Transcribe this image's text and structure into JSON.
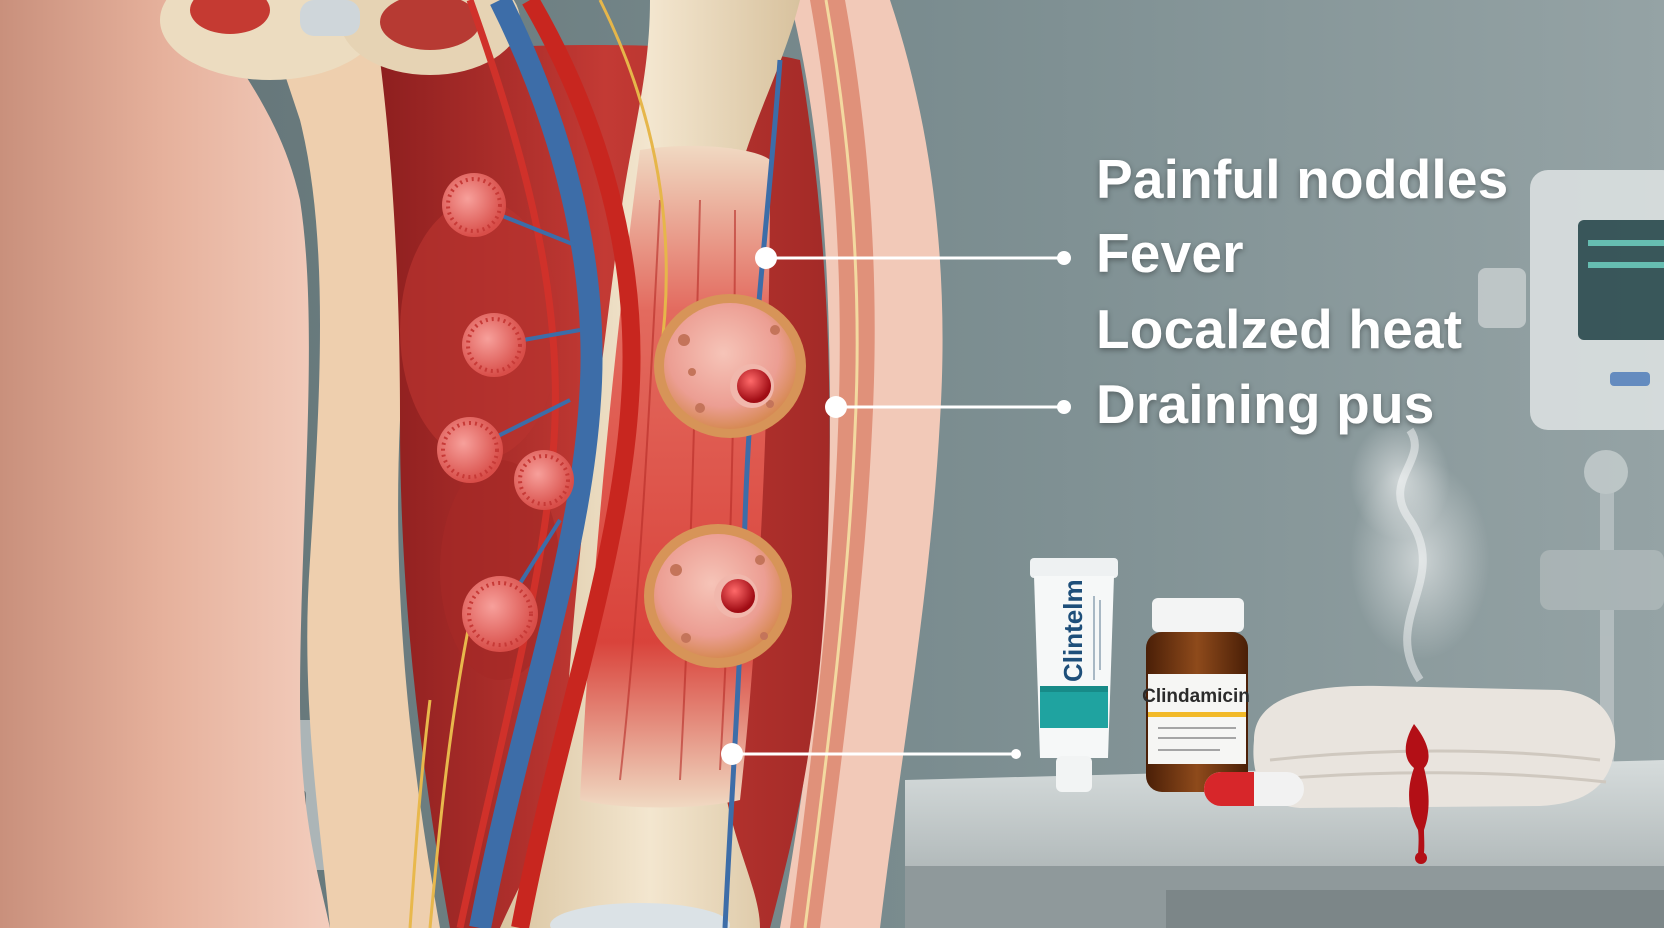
{
  "symptoms": {
    "items": [
      "Painful noddles",
      "Fever",
      "Localzed heat",
      "Draining pus"
    ]
  },
  "products": {
    "tube_brand": "Clintelm",
    "bottle_label": "Clindamicin"
  },
  "colors": {
    "background": "#6f8184",
    "skin": "#e9b9a3",
    "muscle": "#c23a35",
    "bone": "#ecdcc0",
    "artery": "#c8261f",
    "vein": "#3d6da8",
    "nodule": "#e68b88",
    "lesion_core": "#c2141c",
    "tube_accent": "#1fa3a0",
    "bottle": "#7a3d14",
    "label_text": "#ffffff"
  }
}
